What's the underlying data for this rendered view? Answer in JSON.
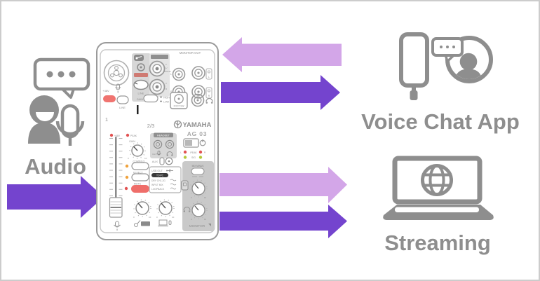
{
  "colors": {
    "gray": "#8e8e8e",
    "border": "#cccccc",
    "purple_dark": "#7444CE",
    "purple_light": "#D3A6E8",
    "red": "#F07470",
    "led_red": "#E25353",
    "led_orange": "#F0A23C",
    "led_green": "#B5C93C"
  },
  "labels": {
    "audio": "Audio",
    "voice_chat": "Voice Chat App",
    "streaming": "Streaming"
  },
  "mixer": {
    "monitor_out": "MONITOR OUT",
    "plus48v": "+48V",
    "line": "LINE",
    "ch1": "1",
    "ch23": "2/3",
    "gain": "GAIN",
    "high": "HIGH",
    "low": "LOW",
    "jack2": "2",
    "jack2_label1": "L/",
    "jack2_label2": "MONO",
    "jack3": "3",
    "jack3_label": "R",
    "foot_sw": "FOOT SW",
    "brand": "YAMAHA",
    "model": "AG 03",
    "peak": "PEAK",
    "comp_eq": "COMP/EQ",
    "effect": "EFFECT",
    "mute": "MUTE",
    "headset": "HEADSET",
    "ch1_mini": "CH1",
    "aux": "AUX",
    "usb_out": "USB OUT",
    "to_pc": "TO PC",
    "dry": "DRY CH1-2G",
    "input_mix": "INPUT MIX",
    "loopback": "LOOPBACK",
    "sig": "SIG",
    "l": "L",
    "r": "R",
    "mix_minus": "MIX MINUS",
    "monitor": "MONITOR",
    "zero": "0",
    "ten": "10"
  }
}
